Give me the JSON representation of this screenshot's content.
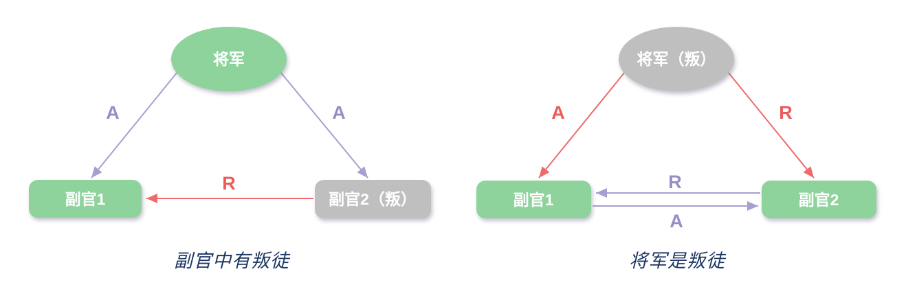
{
  "colors": {
    "node_green": "#8ed29c",
    "node_gray": "#bfbfbf",
    "arrow_purple": "#a99ed0",
    "label_purple": "#9a8cc6",
    "arrow_red": "#ef6a6a",
    "label_red": "#ec5a5a",
    "caption_navy": "#1f3864",
    "node_text": "#ffffff"
  },
  "left_diagram": {
    "general": "将军",
    "lieutenant1": "副官1",
    "lieutenant2": "副官2（叛）",
    "edge_general_to_lt1": "A",
    "edge_general_to_lt2": "A",
    "edge_lt2_to_lt1": "R",
    "caption": "副官中有叛徒"
  },
  "right_diagram": {
    "general": "将军（叛）",
    "lieutenant1": "副官1",
    "lieutenant2": "副官2",
    "edge_general_to_lt1": "A",
    "edge_general_to_lt2": "R",
    "edge_lt2_to_lt1": "R",
    "edge_lt1_to_lt2": "A",
    "caption": "将军是叛徒"
  }
}
